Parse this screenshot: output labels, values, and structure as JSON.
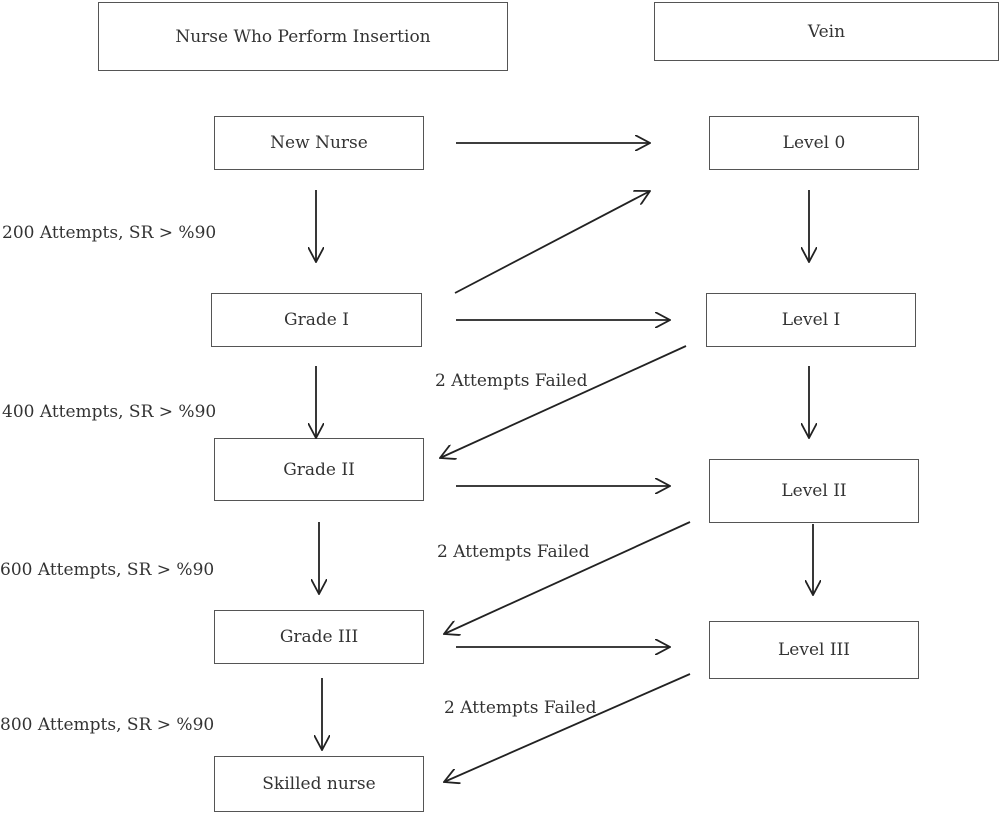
{
  "headers": {
    "nurse": "Nurse Who Perform Insertion",
    "vein": "Vein"
  },
  "nurse_stages": [
    "New Nurse",
    "Grade I",
    "Grade II",
    "Grade III",
    "Skilled nurse"
  ],
  "vein_levels": [
    "Level 0",
    "Level I",
    "Level II",
    "Level III"
  ],
  "promotion_criteria": [
    "200 Attempts, SR > %90",
    "400 Attempts, SR > %90",
    "600 Attempts, SR > %90",
    "800 Attempts, SR > %90"
  ],
  "failure_labels": [
    "2 Attempts Failed",
    "2 Attempts Failed",
    "2 Attempts Failed"
  ]
}
